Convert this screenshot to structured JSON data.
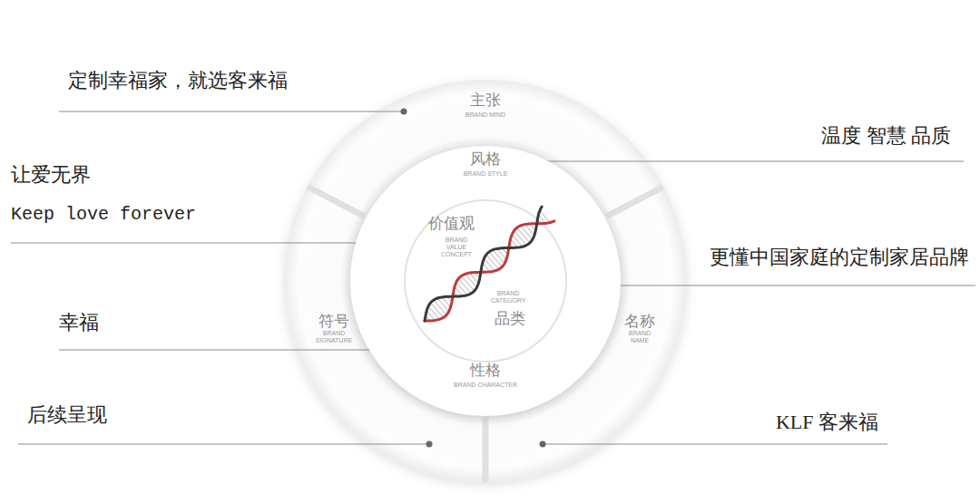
{
  "diagram": {
    "nodes": [
      {
        "text": [
          "主张",
          "BRAND MIND"
        ]
      },
      {
        "text": [
          "风格",
          "BRAND STYLE",
          "性格",
          "BRAND CHARACTER"
        ]
      },
      {
        "text": [
          "价值观",
          "BRAND VALUE CONCEPT",
          "BRAND CATEGORY",
          "品类"
        ],
        "in": 1
      },
      {
        "text": [
          "符号",
          "BRAND SIGNATURE"
        ]
      },
      {
        "text": [
          "名称",
          "BRAND NAME"
        ]
      }
    ],
    "labels": [
      "定制幸福家，就选客来福",
      "温度  智慧  品质",
      "让爱无界",
      "Keep love forever",
      "更懂中国家庭的定制家居品牌",
      "幸福",
      "后续呈现",
      "KLF 客来福"
    ]
  }
}
